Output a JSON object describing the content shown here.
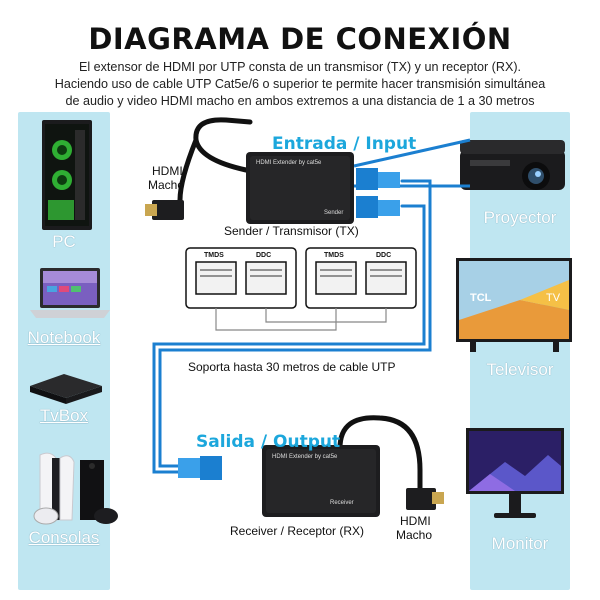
{
  "header": {
    "title": "DIAGRAMA DE CONEXIÓN",
    "desc_line1": "El extensor de HDMI por UTP consta de un transmisor (TX) y un receptor (RX).",
    "desc_line2": "Haciendo uso de cable UTP Cat5e/6 o superior te permite hacer transmisión simultánea",
    "desc_line3": "de audio y video HDMI macho en ambos extremos a una distancia de 1 a 30 metros"
  },
  "left_devices": [
    "PC",
    "Notebook",
    "TvBox",
    "Consolas"
  ],
  "right_devices": [
    "Proyector",
    "Televisor",
    "Monitor"
  ],
  "tv_brand": {
    "logo": "TCL",
    "tv": "TV"
  },
  "center": {
    "entrada": "Entrada / Input",
    "salida": "Salida / Output",
    "hdmi_top_1": "HDMI",
    "hdmi_top_2": "Macho",
    "hdmi_bottom_1": "HDMI",
    "hdmi_bottom_2": "Macho",
    "sender_caption": "Sender / Transmisor (TX)",
    "receiver_caption": "Receiver / Receptor (RX)",
    "cable_caption": "Soporta hasta 30 metros de cable UTP",
    "box_top_text": "HDMI Extender by cat5e",
    "box_top_tag": "Sender",
    "box_bottom_text": "HDMI Extender by cat5e",
    "box_bottom_tag": "Receiver",
    "port_labels": [
      "TMDS",
      "DDC",
      "TMDS",
      "DDC"
    ]
  },
  "colors": {
    "panel": "#bfe6f1",
    "accent": "#1ca7dc",
    "cable_blue": "#1b7fd0",
    "device_dark": "#1d1d1f"
  }
}
